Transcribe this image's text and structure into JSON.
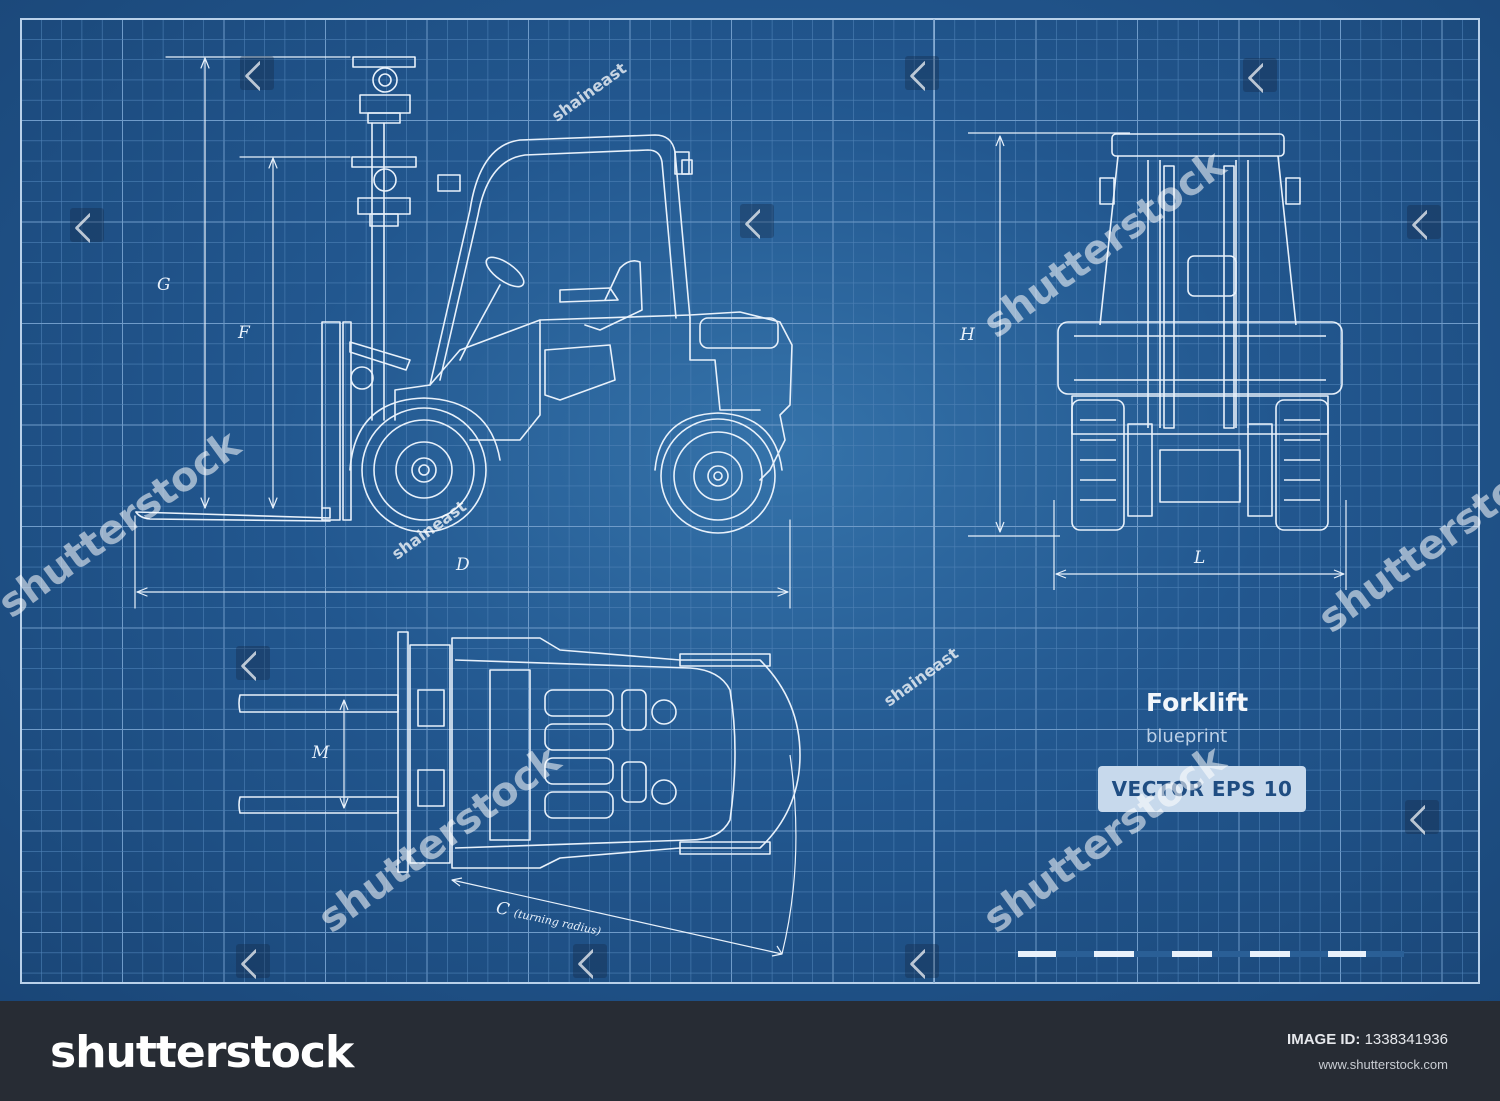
{
  "dimensions": {
    "g": "G",
    "f": "F",
    "d": "D",
    "h": "H",
    "l": "L",
    "m": "M",
    "c": "C",
    "c_note": "(turning radius)"
  },
  "title": {
    "main": "Forklift",
    "sub": "blueprint",
    "badge": "VECTOR  EPS 10"
  },
  "watermarks": {
    "large": "shutterstock",
    "author": "shaineast"
  },
  "footer": {
    "logo": "shutterstock",
    "image_id_label": "IMAGE ID:",
    "image_id": "1338341936",
    "url": "www.shutterstock.com"
  },
  "colors": {
    "background": "#22578f",
    "line": "#e8f1fb",
    "grid": "#5f8fc0",
    "footer": "#272c34"
  }
}
